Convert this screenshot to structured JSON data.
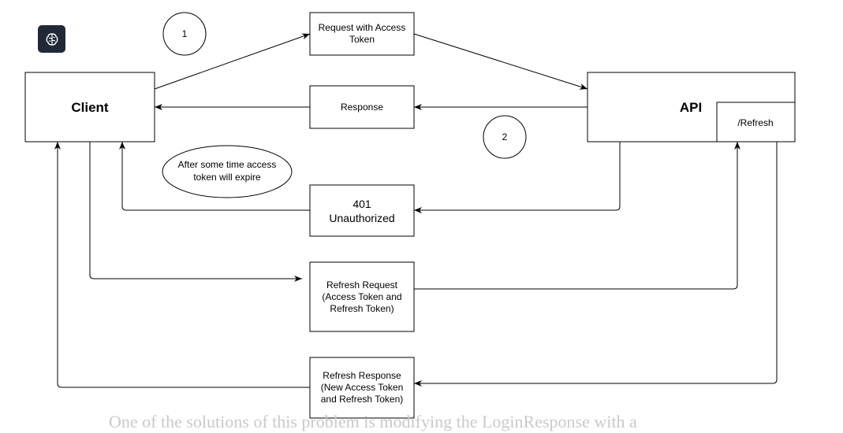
{
  "nodes": {
    "client": "Client",
    "api": "API",
    "refresh_endpoint": "/Refresh",
    "request": [
      "Request with Access",
      "Token"
    ],
    "response": "Response",
    "unauthorized": [
      "401",
      "Unauthorized"
    ],
    "refresh_request": [
      "Refresh Request",
      "(Access Token and",
      "Refresh Token)"
    ],
    "refresh_response": [
      "Refresh Response",
      "(New Access Token",
      "and Refresh Token)"
    ],
    "expire_note": [
      "After some time access",
      "token will expire"
    ],
    "step1": "1",
    "step2": "2"
  },
  "background_text": "One of the solutions of this problem is modifying the LoginResponse with a",
  "icons": {
    "app": "brain-icon"
  }
}
